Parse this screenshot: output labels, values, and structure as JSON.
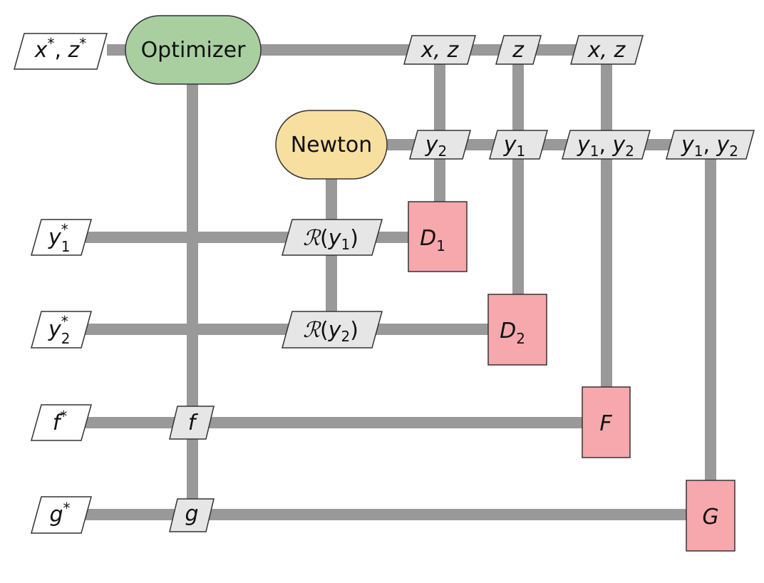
{
  "drivers": {
    "optimizer": "Optimizer",
    "newton": "Newton"
  },
  "components": {
    "d1": {
      "base": "D",
      "sub": "1"
    },
    "d2": {
      "base": "D",
      "sub": "2"
    },
    "f": {
      "base": "F"
    },
    "g": {
      "base": "G"
    }
  },
  "inputs": {
    "xz_star": {
      "a": "x",
      "sep": ", ",
      "b": "z",
      "sup": "*"
    },
    "y1_star": {
      "base": "y",
      "sub": "1",
      "sup": "*"
    },
    "y2_star": {
      "base": "y",
      "sub": "2",
      "sup": "*"
    },
    "f_star": {
      "base": "f",
      "sup": "*"
    },
    "g_star": {
      "base": "g",
      "sup": "*"
    }
  },
  "data": {
    "opt_xz_1": "x, z",
    "opt_z": "z",
    "opt_xz_2": "x, z",
    "newton_y2": {
      "base": "y",
      "sub": "2"
    },
    "newton_y1": {
      "base": "y",
      "sub": "1"
    },
    "newton_y1y2_1": {
      "a": "y",
      "asub": "1",
      "sep": ", ",
      "b": "y",
      "bsub": "2"
    },
    "newton_y1y2_2": {
      "a": "y",
      "asub": "1",
      "sep": ", ",
      "b": "y",
      "bsub": "2"
    },
    "residual_1": {
      "r": "ℛ",
      "open": "(",
      "base": "y",
      "sub": "1",
      "close": ")"
    },
    "residual_2": {
      "r": "ℛ",
      "open": "(",
      "base": "y",
      "sub": "2",
      "close": ")"
    },
    "obj_f": "f",
    "con_g": "g"
  }
}
